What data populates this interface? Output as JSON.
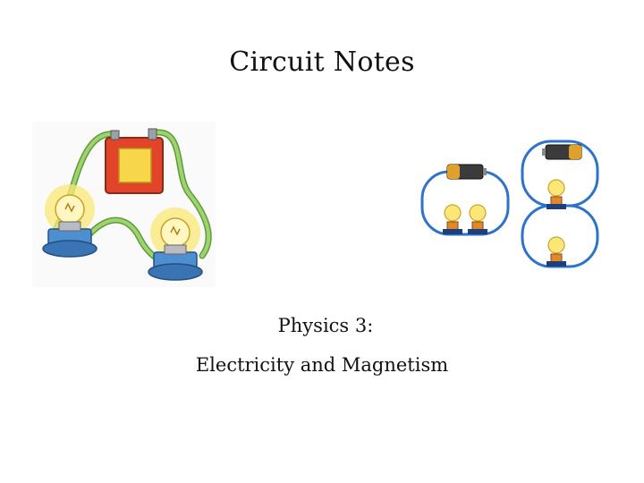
{
  "slide": {
    "title": "Circuit Notes",
    "subtitle_line1": "Physics 3:",
    "subtitle_line2": "Electricity and Magnetism"
  },
  "illustrations": {
    "left": {
      "icon": "series-circuit-battery-two-bulbs"
    },
    "right": [
      {
        "icon": "series-circuit-diagram"
      },
      {
        "icon": "parallel-circuit-diagram"
      }
    ]
  },
  "colors": {
    "wire_green": "#8cc063",
    "battery_red": "#e2442a",
    "battery_yellow": "#f7d64a",
    "bulb_glow": "#fbe777",
    "socket_blue": "#4e8fd1",
    "wire_blue": "#2e73c9"
  }
}
